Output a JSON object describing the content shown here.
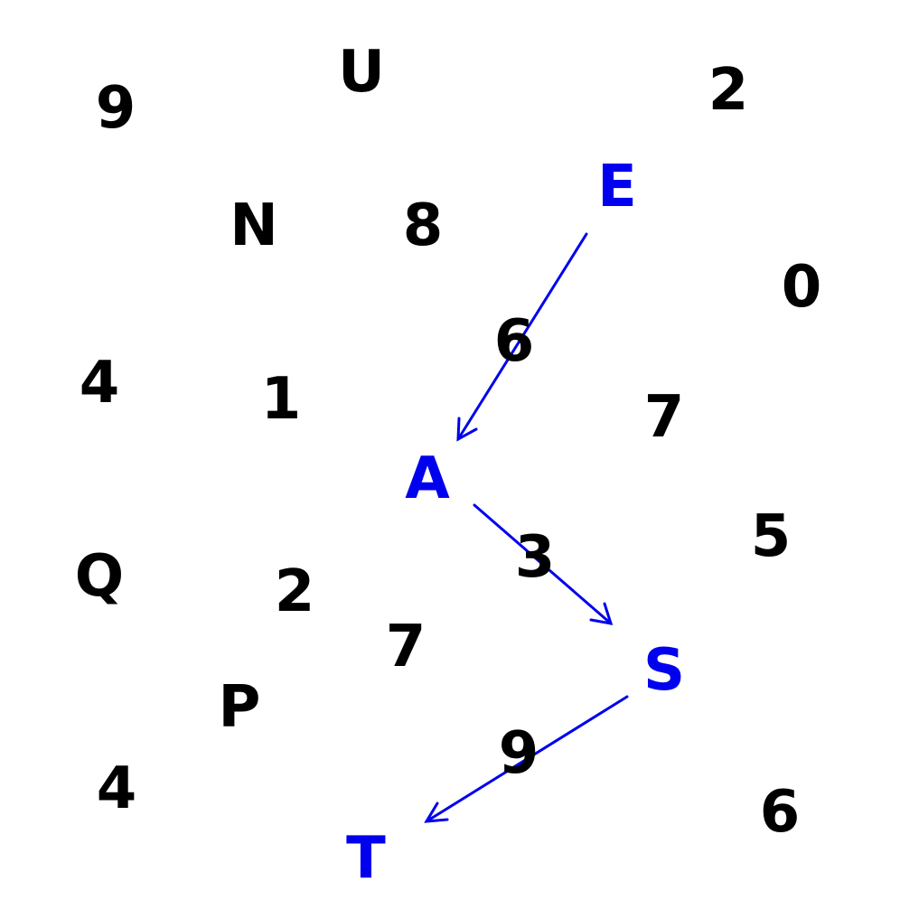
{
  "colors": {
    "background": "#ffffff",
    "distractor": "#000000",
    "path": "#0000ee"
  },
  "distractors": [
    "9",
    "U",
    "2",
    "N",
    "8",
    "0",
    "6",
    "4",
    "1",
    "7",
    "5",
    "Q",
    "2",
    "3",
    "7",
    "P",
    "9",
    "4",
    "6"
  ],
  "path_letters": [
    "E",
    "A",
    "S",
    "T"
  ]
}
